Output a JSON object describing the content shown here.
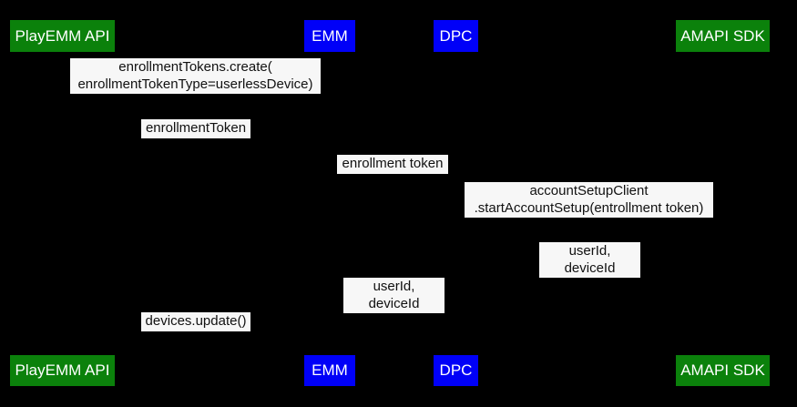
{
  "colors": {
    "background": "#000000",
    "actor_green": "#0b810b",
    "actor_blue": "#0000f8",
    "actor_text": "#ffffff",
    "label_background": "#f7f7f7",
    "label_text": "#111111"
  },
  "actors": [
    {
      "label": "PlayEMM API",
      "color": "green"
    },
    {
      "label": "EMM",
      "color": "blue"
    },
    {
      "label": "DPC",
      "color": "blue"
    },
    {
      "label": "AMAPI SDK",
      "color": "green"
    }
  ],
  "messages": [
    {
      "text": "enrollmentTokens.create(\nenrollmentTokenType=userlessDevice)"
    },
    {
      "text": "enrollmentToken"
    },
    {
      "text": "enrollment token"
    },
    {
      "text": "accountSetupClient\n.startAccountSetup(entrollment token)"
    },
    {
      "text": "userId, deviceId"
    },
    {
      "text": "userId, deviceId"
    },
    {
      "text": "devices.update()"
    }
  ]
}
